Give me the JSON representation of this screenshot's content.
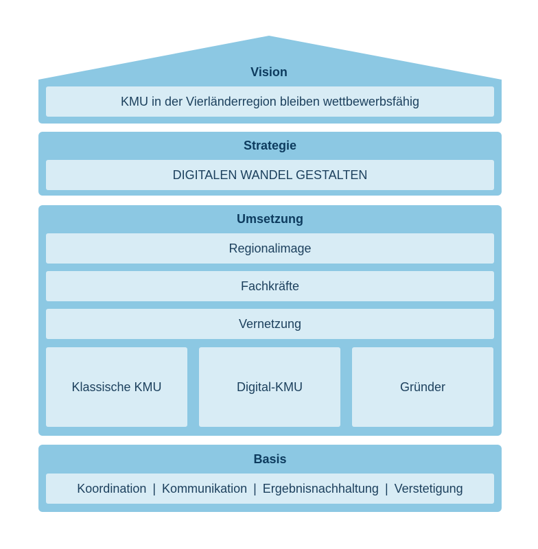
{
  "colors": {
    "section_fill": "#8cc8e3",
    "box_fill": "#d8ecf5",
    "title_text": "#0d3b5e",
    "box_text": "#1b3f5c"
  },
  "vision": {
    "title": "Vision",
    "text": "KMU in der Vierländerregion bleiben wettbewerbsfähig"
  },
  "strategie": {
    "title": "Strategie",
    "text": "DIGITALEN WANDEL GESTALTEN"
  },
  "umsetzung": {
    "title": "Umsetzung",
    "rows": [
      "Regionalimage",
      "Fachkräfte",
      "Vernetzung"
    ],
    "pillars": [
      "Klassische KMU",
      "Digital-KMU",
      "Gründer"
    ]
  },
  "basis": {
    "title": "Basis",
    "items": [
      "Koordination",
      "Kommunikation",
      "Ergebnisnachhaltung",
      "Verstetigung"
    ],
    "separator": "|"
  }
}
